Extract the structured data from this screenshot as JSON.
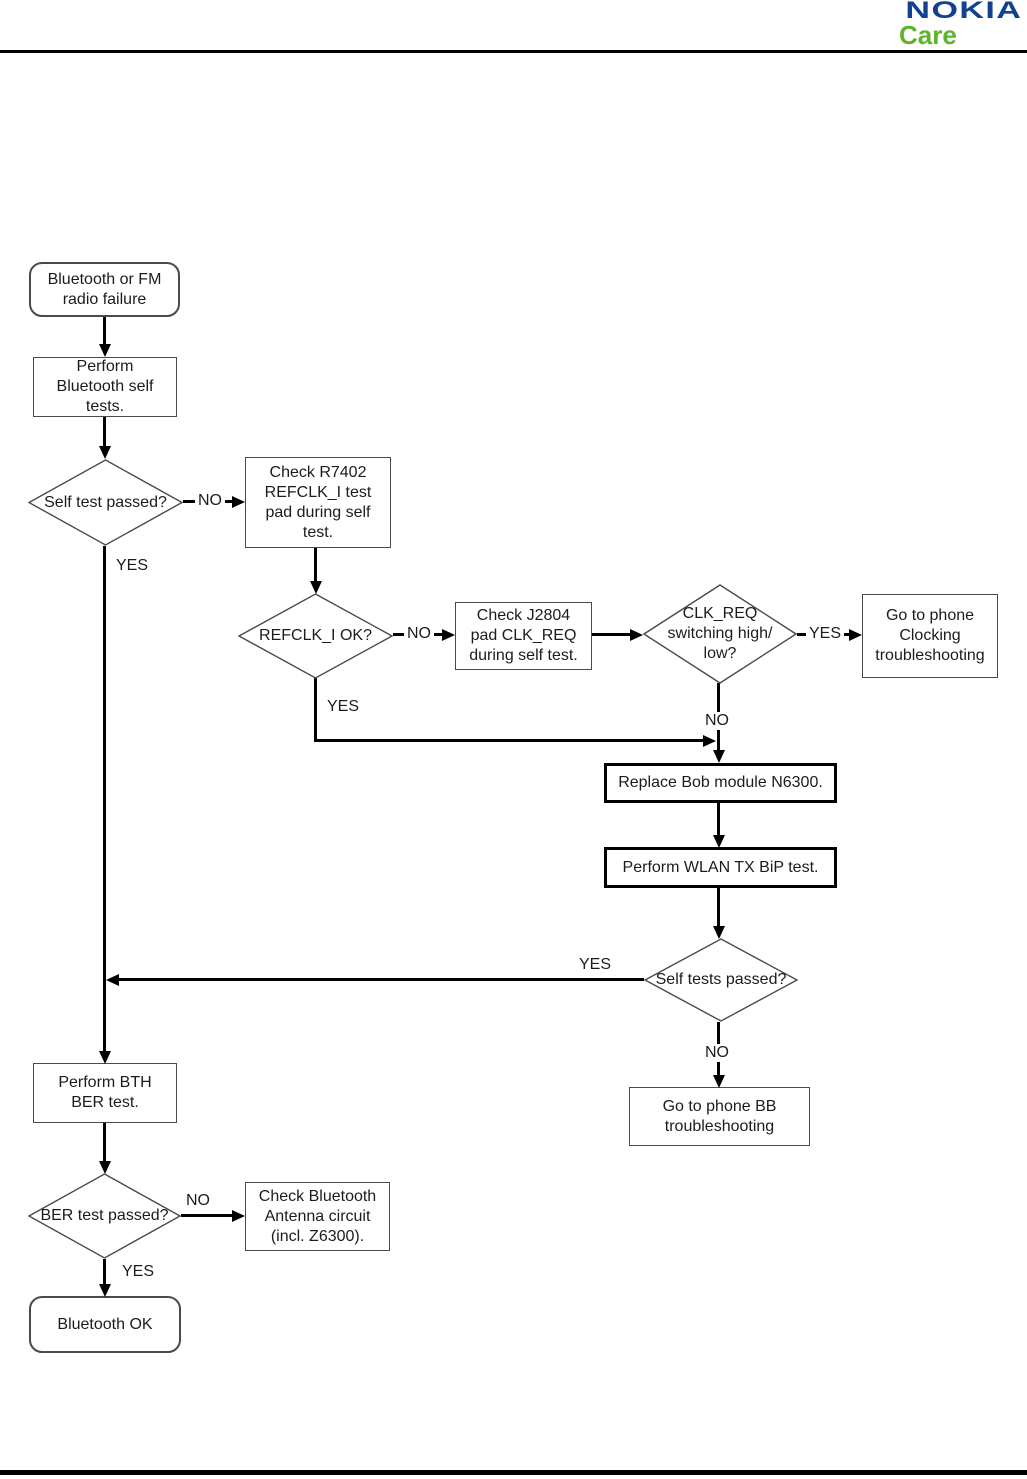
{
  "header": {
    "brand": "NOKIA",
    "brand_color": "#124191",
    "sub_brand": "Care",
    "sub_brand_color": "#5fb32e"
  },
  "nodes": {
    "start": {
      "label": "Bluetooth or FM\nradio failure"
    },
    "perform_self_tests": {
      "label": "Perform\nBluetooth self\ntests."
    },
    "self_test_passed": {
      "label": "Self test passed?"
    },
    "check_r7402": {
      "label": "Check R7402\nREFCLK_I test\npad during self\ntest."
    },
    "refclk_ok": {
      "label": "REFCLK_I OK?"
    },
    "check_j2804": {
      "label": "Check J2804\npad CLK_REQ\nduring self test."
    },
    "clk_req_switching": {
      "label": "CLK_REQ\nswitching high/\nlow?"
    },
    "goto_clocking": {
      "label": "Go to phone\nClocking\ntroubleshooting"
    },
    "replace_bob": {
      "label": "Replace Bob module N6300."
    },
    "perform_wlan_bip": {
      "label": "Perform WLAN TX BiP test."
    },
    "self_tests_passed": {
      "label": "Self tests passed?"
    },
    "goto_bb": {
      "label": "Go to phone BB\ntroubleshooting"
    },
    "perform_bth_ber": {
      "label": "Perform BTH\nBER test."
    },
    "ber_test_passed": {
      "label": "BER test passed?"
    },
    "check_bt_antenna": {
      "label": "Check Bluetooth\nAntenna circuit\n(incl. Z6300)."
    },
    "bluetooth_ok": {
      "label": "Bluetooth OK"
    }
  },
  "edges": {
    "self_test_no": "NO",
    "self_test_yes": "YES",
    "refclk_no": "NO",
    "refclk_yes": "YES",
    "clkreq_yes": "YES",
    "clkreq_no": "NO",
    "selftests_yes": "YES",
    "selftests_no": "NO",
    "ber_no": "NO",
    "ber_yes": "YES"
  }
}
